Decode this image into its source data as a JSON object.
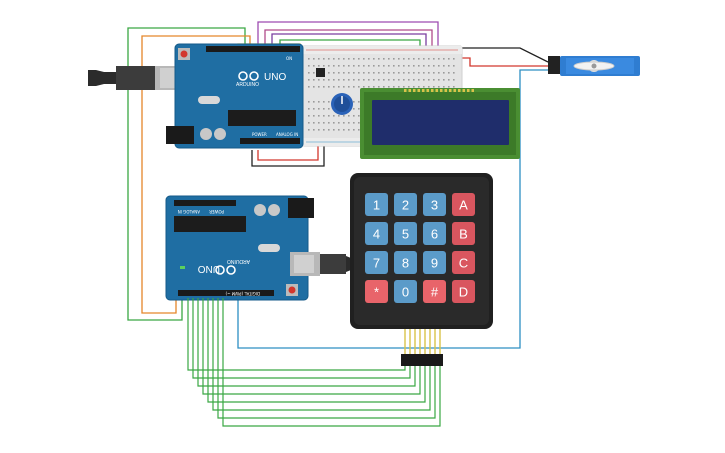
{
  "boards": {
    "top": {
      "model": "UNO",
      "brand": "ARDUINO",
      "silk": {
        "power": "POWER",
        "analog": "ANALOG IN",
        "on": "ON"
      }
    },
    "bottom": {
      "model": "UNO",
      "brand": "ARDUINO",
      "silk": {
        "power": "POWER",
        "analog": "ANALOG IN",
        "digital": "DIGITAL (PWM ~)"
      }
    }
  },
  "keypad": {
    "keys": [
      [
        "1",
        "2",
        "3",
        "A"
      ],
      [
        "4",
        "5",
        "6",
        "B"
      ],
      [
        "7",
        "8",
        "9",
        "C"
      ],
      [
        "*",
        "0",
        "#",
        "D"
      ]
    ],
    "colors": {
      "number": "#5b9bc9",
      "letter": "#d9565f",
      "symbol": "#e8646a",
      "body": "#202020"
    }
  },
  "lcd": {
    "colors": {
      "pcb": "#4a8e32",
      "screen": "#1f2d6b"
    }
  },
  "colors": {
    "board": "#1f6ea3",
    "wire_green": "#3aa843",
    "wire_orange": "#e5862a",
    "wire_blue": "#2d8fc2",
    "wire_red": "#d2372d",
    "wire_black": "#222222",
    "wire_purple": "#9d4bb0",
    "wire_yellow": "#e3c51e",
    "servo": "#2f7dd1"
  }
}
